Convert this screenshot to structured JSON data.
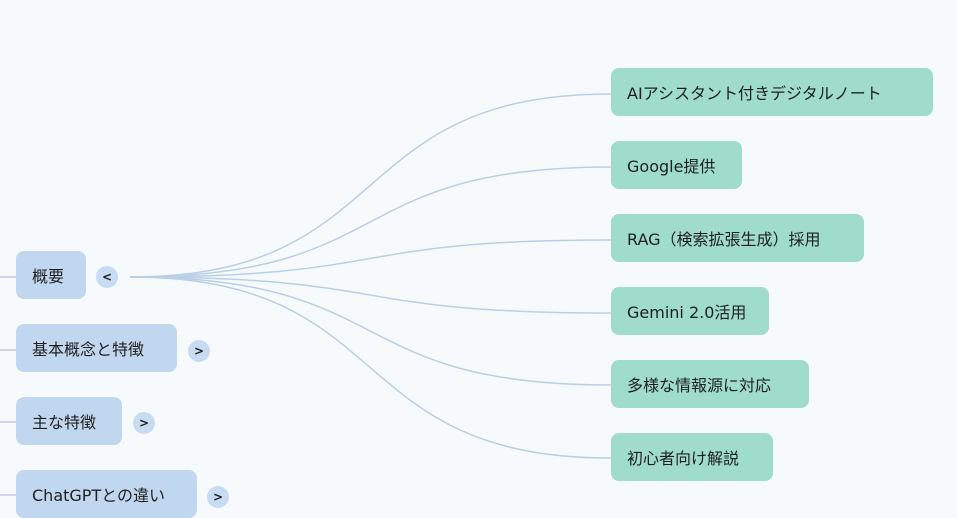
{
  "colors": {
    "background": "#f7fafd",
    "left_node": "#c1d7ef",
    "right_node": "#9fdccb",
    "connector": "#b9cfe6",
    "toggle": "#c7dcf3"
  },
  "left_nodes": [
    {
      "label": "概要",
      "toggle": "<",
      "expanded": true
    },
    {
      "label": "基本概念と特徴",
      "toggle": ">",
      "expanded": false
    },
    {
      "label": "主な特徴",
      "toggle": ">",
      "expanded": false
    },
    {
      "label": "ChatGPTとの違い",
      "toggle": ">",
      "expanded": false
    }
  ],
  "right_nodes": [
    {
      "label": "AIアシスタント付きデジタルノート"
    },
    {
      "label": "Google提供"
    },
    {
      "label": "RAG（検索拡張生成）採用"
    },
    {
      "label": "Gemini 2.0活用"
    },
    {
      "label": "多様な情報源に対応"
    },
    {
      "label": "初心者向け解説"
    }
  ]
}
